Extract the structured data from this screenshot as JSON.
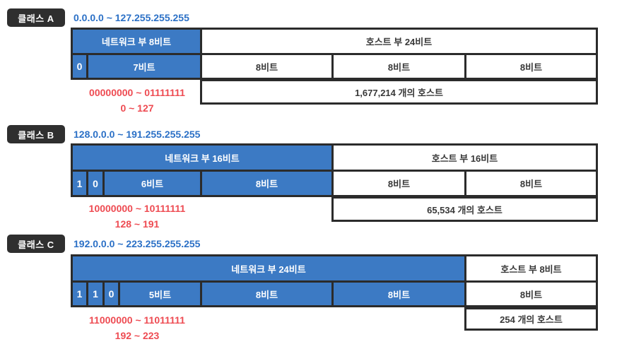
{
  "colors": {
    "blue": "#3c7ac4",
    "blue_text": "#2b70c6",
    "red": "#ee4b52",
    "border": "#2b2b2b",
    "badge": "#2f2f2f"
  },
  "sections": [
    {
      "badge": "클래스 A",
      "ip_range": "0.0.0.0 ~ 127.255.255.255",
      "network_header": "네트워크 부 8비트",
      "host_header": "호스트 부 24비트",
      "bits": [
        "0"
      ],
      "network_bits": "7비트",
      "octets": [
        "8비트",
        "8비트",
        "8비트"
      ],
      "binary_range": "00000000 ~ 01111111",
      "decimal_range": "0 ~ 127",
      "host_count": "1,677,214 개의 호스트"
    },
    {
      "badge": "클래스 B",
      "ip_range": "128.0.0.0 ~ 191.255.255.255",
      "network_header": "네트워크 부 16비트",
      "host_header": "호스트 부 16비트",
      "bits": [
        "1",
        "0"
      ],
      "network_bits": "6비트",
      "octets": [
        "8비트",
        "8비트",
        "8비트"
      ],
      "binary_range": "10000000 ~ 10111111",
      "decimal_range": "128 ~ 191",
      "host_count": "65,534 개의 호스트"
    },
    {
      "badge": "클래스 C",
      "ip_range": "192.0.0.0 ~ 223.255.255.255",
      "network_header": "네트워크 부 24비트",
      "host_header": "호스트 부 8비트",
      "bits": [
        "1",
        "1",
        "0"
      ],
      "network_bits": "5비트",
      "octets": [
        "8비트",
        "8비트",
        "8비트"
      ],
      "binary_range": "11000000 ~ 11011111",
      "decimal_range": "192 ~ 223",
      "host_count": "254 개의 호스트"
    }
  ]
}
